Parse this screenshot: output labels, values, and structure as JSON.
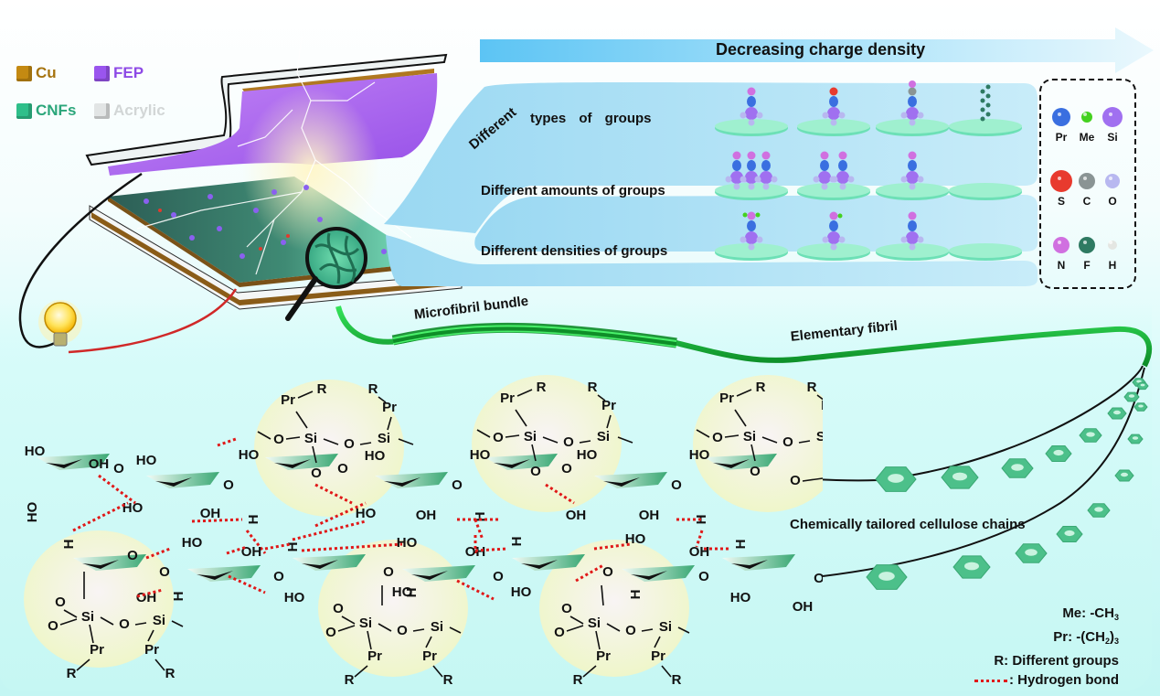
{
  "legend": {
    "materials": [
      {
        "name": "Cu",
        "color": "#c48a12"
      },
      {
        "name": "FEP",
        "color": "#9a55ee"
      },
      {
        "name": "CNFs",
        "color": "#2fbf8a"
      },
      {
        "name": "Acrylic",
        "color": "#d8dcdc"
      }
    ]
  },
  "arrow": {
    "label": "Decreasing charge density"
  },
  "strategies": {
    "rows": [
      {
        "label_word1": "Different",
        "label_rest": "types   of    groups",
        "models": [
          "amine-terminated silane",
          "sulfur-terminated silane",
          "nitrogen-terminated silane",
          "long fluorinated chain"
        ]
      },
      {
        "label_word1": "Different",
        "label_rest": "amounts of groups",
        "models": [
          "3 groups",
          "2 groups",
          "1 group",
          "0 groups"
        ]
      },
      {
        "label_word1": "Different",
        "label_rest": "densities of groups",
        "models": [
          "2 Me substituents",
          "1 Me substituent",
          "no Me substituent",
          "bare"
        ]
      }
    ]
  },
  "atom_legend": [
    {
      "symbol": "Pr",
      "color": "#3a6fe0"
    },
    {
      "symbol": "Me",
      "color": "#44d11f"
    },
    {
      "symbol": "Si",
      "color": "#a070f0"
    },
    {
      "symbol": "S",
      "color": "#e83a2e"
    },
    {
      "symbol": "C",
      "color": "#8a9494"
    },
    {
      "symbol": "O",
      "color": "#b8b8f0"
    },
    {
      "symbol": "N",
      "color": "#d070e0"
    },
    {
      "symbol": "F",
      "color": "#2e7a62"
    },
    {
      "symbol": "H",
      "color": "#e4e6e2"
    }
  ],
  "hierarchy": {
    "microfibril": "Microfibril bundle",
    "elementary": "Elementary fibril",
    "chains": "Chemically tailored cellulose chains"
  },
  "chem": {
    "ho": "HO",
    "oh": "OH",
    "o": "O",
    "si": "Si",
    "pr": "Pr",
    "r": "R",
    "h": "H"
  },
  "notes": {
    "me_prefix": "Me: -CH",
    "me_sub": "3",
    "pr_prefix": "Pr: -(CH",
    "pr_sub1": "2",
    "pr_mid": ")",
    "pr_sub2": "3",
    "r_def": "R: Different groups",
    "hbond": ": Hydrogen bond"
  },
  "colors": {
    "hbond": "#e01818",
    "fibril": "#1fbf3a",
    "ring": "#4cc08a",
    "arrow": "#5cc4f4"
  }
}
